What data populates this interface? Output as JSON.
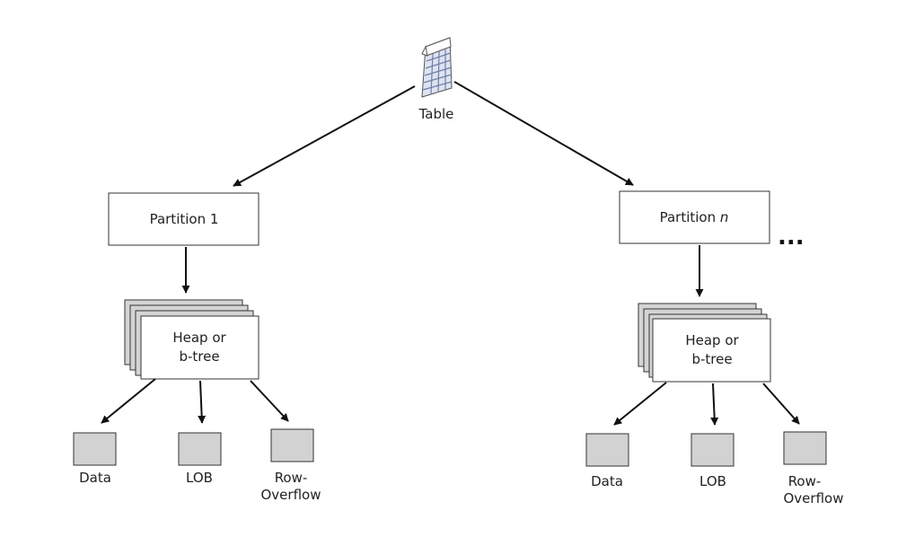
{
  "diagram": {
    "table_label": "Table",
    "partitions": [
      {
        "label": "Partition 1",
        "label_suffix": "",
        "structure_line1": "Heap or",
        "structure_line2": "b-tree",
        "alloc_units": [
          {
            "line1": "Data",
            "line2": ""
          },
          {
            "line1": "LOB",
            "line2": ""
          },
          {
            "line1": "Row-",
            "line2": "Overflow"
          }
        ]
      },
      {
        "label": "Partition ",
        "label_suffix": "n",
        "structure_line1": "Heap or",
        "structure_line2": "b-tree",
        "alloc_units": [
          {
            "line1": "Data",
            "line2": ""
          },
          {
            "line1": "LOB",
            "line2": ""
          },
          {
            "line1": "Row-",
            "line2": "Overflow"
          }
        ]
      }
    ],
    "more_indicator": "...",
    "colors": {
      "box_fill": "#ffffff",
      "box_stroke": "#333333",
      "stack_fill": "#d4d4d4",
      "unit_fill": "#d2d2d2",
      "arrow": "#111111",
      "table_icon_grid": "#6f7fa8",
      "table_icon_fill": "#dde3f0"
    }
  }
}
